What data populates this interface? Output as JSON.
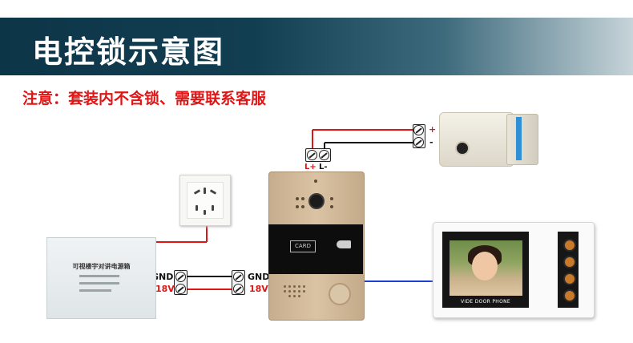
{
  "header": {
    "title": "电控锁示意图"
  },
  "note": "注意：套装内不含锁、需要联系客服",
  "terminals": {
    "lock_plus": "+",
    "lock_minus": "-",
    "door_lplus": "L+",
    "door_lminus": "L-",
    "psu_gnd": "GND",
    "psu_18v": "18V",
    "door_gnd": "GND",
    "door_18v": "18V"
  },
  "power_supply": {
    "title": "可视楼宇对讲电源箱"
  },
  "door_station": {
    "card_label": "CARD"
  },
  "monitor": {
    "screen_label": "VIDE DOOR PHONE"
  },
  "colors": {
    "accent_red": "#e01515",
    "banner_dark": "#0d3548",
    "wire_blue": "#1f3fd1",
    "lock_blue": "#2f8fd6"
  }
}
